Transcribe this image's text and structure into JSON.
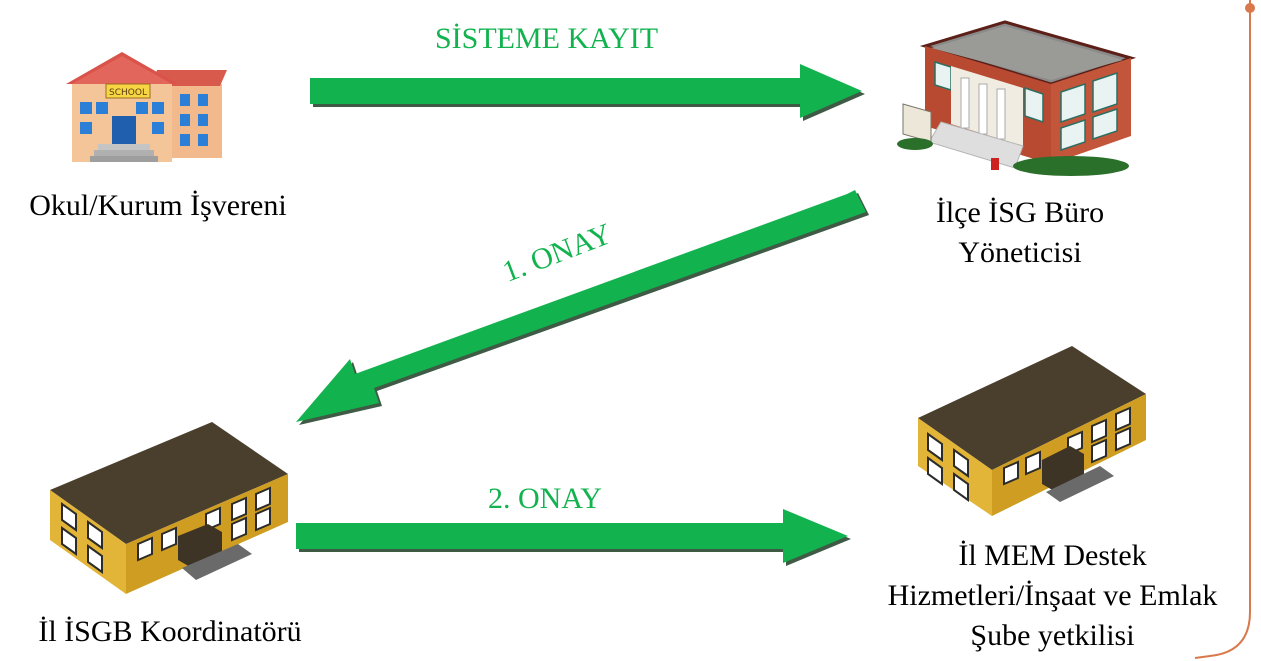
{
  "nodes": {
    "school": {
      "label": "Okul/Kurum İşvereni",
      "icon": "school-building-icon"
    },
    "district_office": {
      "label_line1": "İlçe İSG Büro",
      "label_line2": "Yöneticisi",
      "icon": "office-building-icon"
    },
    "province_coordinator": {
      "label": "İl İSGB Koordinatörü",
      "icon": "yellow-building-icon"
    },
    "province_support": {
      "label_line1": "İl MEM Destek",
      "label_line2": "Hizmetleri/İnşaat ve Emlak",
      "label_line3": "Şube yetkilisi",
      "icon": "yellow-building-icon"
    }
  },
  "edges": {
    "registration": {
      "label": "SİSTEME KAYIT",
      "from": "school",
      "to": "district_office"
    },
    "first_approval": {
      "label": "1. ONAY",
      "from": "district_office",
      "to": "province_coordinator"
    },
    "second_approval": {
      "label": "2. ONAY",
      "from": "province_coordinator",
      "to": "province_support"
    }
  },
  "colors": {
    "arrow": "#12b34f",
    "arrow_label": "#12b34f",
    "frame": "#d9784a"
  }
}
